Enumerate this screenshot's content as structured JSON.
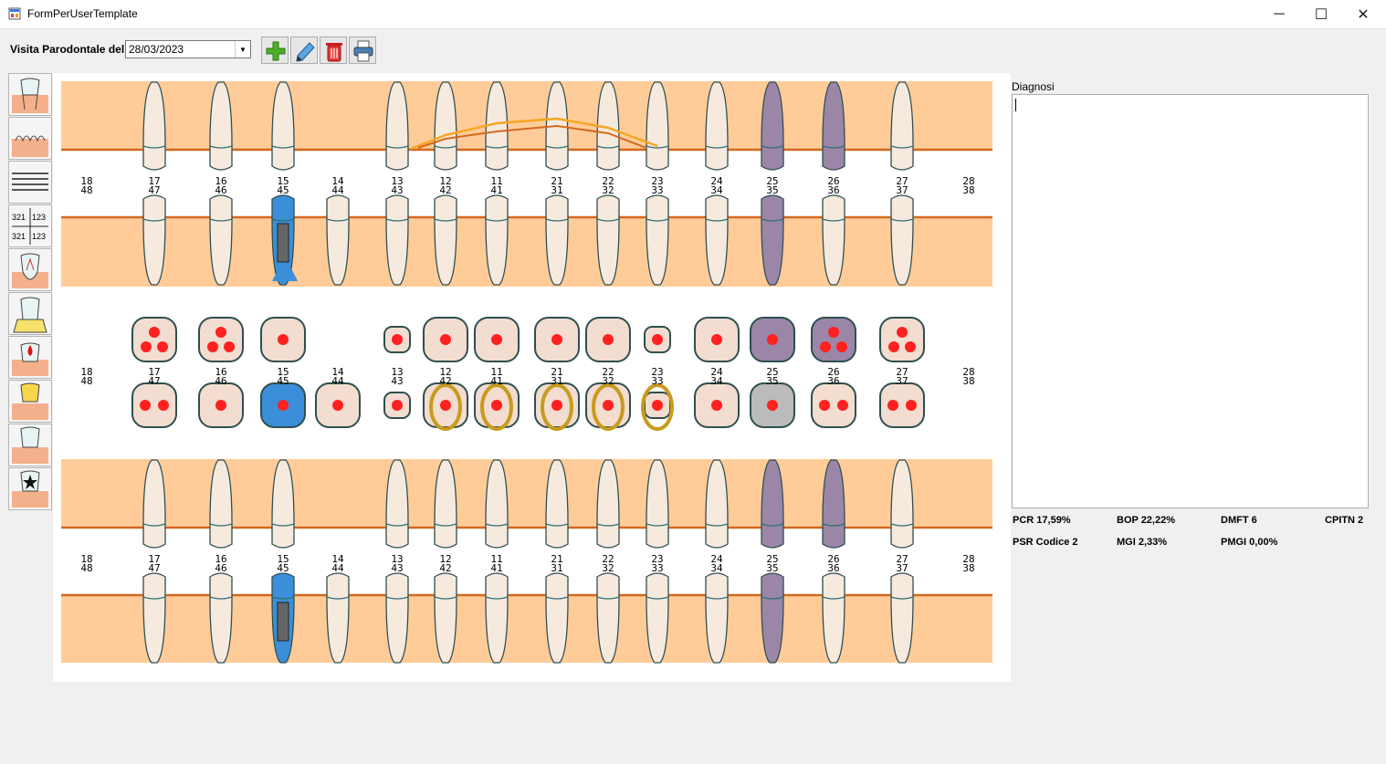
{
  "window": {
    "title": "FormPerUserTemplate",
    "min": "─",
    "max": "☐",
    "close": "✕"
  },
  "form": {
    "visit_label": "Visita Parodontale del",
    "visit_date": "28/03/2023"
  },
  "toolbar": {
    "add_icon": "plus-icon",
    "edit_icon": "pencil-icon",
    "delete_icon": "trash-icon",
    "print_icon": "printer-icon"
  },
  "sidebar": {
    "tools": [
      {
        "icon": "tooth-crown-icon"
      },
      {
        "icon": "tooth-roots-icon"
      },
      {
        "icon": "lines-icon"
      },
      {
        "icon": "quadrant-numbers-icon",
        "labels": [
          "321",
          "123",
          "321",
          "123"
        ]
      },
      {
        "icon": "tooth-root-canal-icon"
      },
      {
        "icon": "tooth-yellow-fill-icon"
      },
      {
        "icon": "tooth-bleeding-icon"
      },
      {
        "icon": "tooth-yellow-crown-icon"
      },
      {
        "icon": "tooth-plain-icon"
      },
      {
        "icon": "tooth-star-icon"
      }
    ]
  },
  "odontogram": {
    "tooth_pairs": [
      {
        "upper": "18",
        "lower": "48"
      },
      {
        "upper": "17",
        "lower": "47"
      },
      {
        "upper": "16",
        "lower": "46"
      },
      {
        "upper": "15",
        "lower": "45"
      },
      {
        "upper": "14",
        "lower": "44"
      },
      {
        "upper": "13",
        "lower": "43"
      },
      {
        "upper": "12",
        "lower": "42"
      },
      {
        "upper": "11",
        "lower": "41"
      },
      {
        "upper": "21",
        "lower": "31"
      },
      {
        "upper": "22",
        "lower": "32"
      },
      {
        "upper": "23",
        "lower": "33"
      },
      {
        "upper": "24",
        "lower": "34"
      },
      {
        "upper": "25",
        "lower": "35"
      },
      {
        "upper": "26",
        "lower": "36"
      },
      {
        "upper": "27",
        "lower": "37"
      },
      {
        "upper": "28",
        "lower": "38"
      }
    ],
    "colors": {
      "gum": "#ffcc99",
      "margin_line": "#d2691e",
      "probe_orange": "#f5a623",
      "bleeding": "#ff2020",
      "implant": "#3a8fd8",
      "filled": "#9b86a8",
      "gold": "#c89b1e"
    }
  },
  "diagnosis": {
    "label": "Diagnosi",
    "text": ""
  },
  "indices": {
    "pcr": "PCR 17,59%",
    "bop": "BOP 22,22%",
    "dmft": "DMFT 6",
    "cpitn": "CPITN 2",
    "psr": "PSR Codice 2",
    "mgi": "MGI 2,33%",
    "pmgi": "PMGI 0,00%"
  }
}
